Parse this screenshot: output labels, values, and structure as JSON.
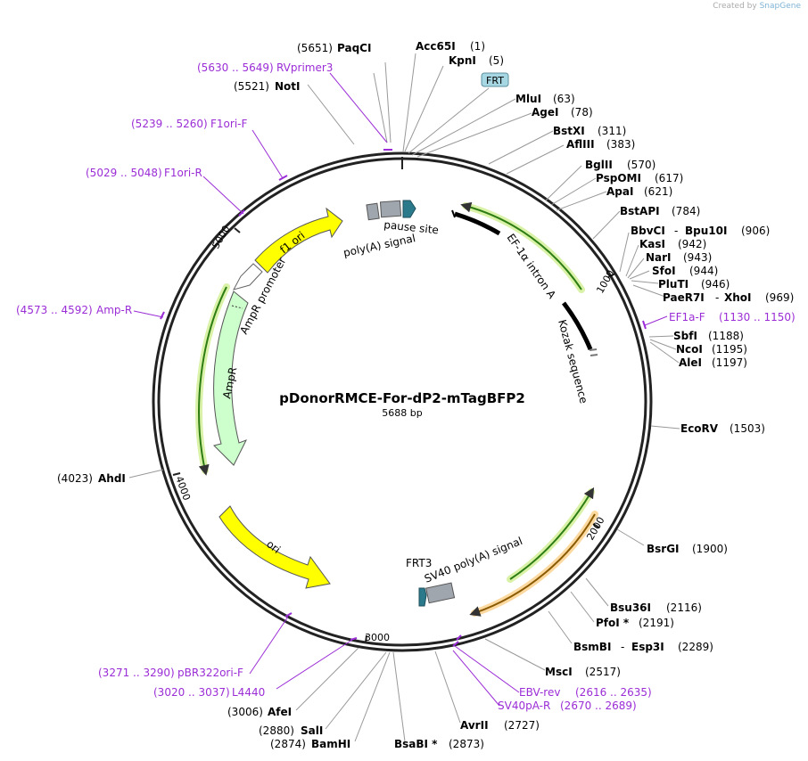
{
  "credit": {
    "prefix": "Created by",
    "brand": "SnapGene"
  },
  "plasmid": {
    "name": "pDonorRMCE-For-dP2-mTagBFP2",
    "size": "5688 bp"
  },
  "ticks": [
    "1000",
    "2000",
    "3000",
    "4000",
    "5000"
  ],
  "features": {
    "ef1a_intron": "EF-1α intron A",
    "kozak": "Kozak sequence",
    "pause_site": "pause site",
    "polya_signal": "poly(A) signal",
    "f1_ori": "f1 ori",
    "ampr_promoter": "AmpR promoter",
    "ampr": "AmpR",
    "ori": "ori",
    "frt3": "FRT3",
    "sv40_polya": "SV40 poly(A) signal",
    "frt": "FRT"
  },
  "sites": [
    {
      "name": "PaqCI",
      "pos": "(5651)"
    },
    {
      "name": "Acc65I",
      "pos": "(1)"
    },
    {
      "name": "KpnI",
      "pos": "(5)"
    },
    {
      "name": "NotI",
      "pos": "(5521)"
    },
    {
      "name": "MluI",
      "pos": "(63)"
    },
    {
      "name": "AgeI",
      "pos": "(78)"
    },
    {
      "name": "BstXI",
      "pos": "(311)"
    },
    {
      "name": "AflIII",
      "pos": "(383)"
    },
    {
      "name": "BglII",
      "pos": "(570)"
    },
    {
      "name": "PspOMI",
      "pos": "(617)"
    },
    {
      "name": "ApaI",
      "pos": "(621)"
    },
    {
      "name": "BstAPI",
      "pos": "(784)"
    },
    {
      "name": "BbvCI",
      "pos": ""
    },
    {
      "name": "Bpu10I",
      "pos": "(906)"
    },
    {
      "name": "KasI",
      "pos": "(942)"
    },
    {
      "name": "NarI",
      "pos": "(943)"
    },
    {
      "name": "SfoI",
      "pos": "(944)"
    },
    {
      "name": "PluTI",
      "pos": "(946)"
    },
    {
      "name": "PaeR7I",
      "pos": ""
    },
    {
      "name": "XhoI",
      "pos": "(969)"
    },
    {
      "name": "SbfI",
      "pos": "(1188)"
    },
    {
      "name": "NcoI",
      "pos": "(1195)"
    },
    {
      "name": "AleI",
      "pos": "(1197)"
    },
    {
      "name": "EcoRV",
      "pos": "(1503)"
    },
    {
      "name": "BsrGI",
      "pos": "(1900)"
    },
    {
      "name": "Bsu36I",
      "pos": "(2116)"
    },
    {
      "name": "PfoI *",
      "pos": "(2191)"
    },
    {
      "name": "BsmBI",
      "pos": ""
    },
    {
      "name": "Esp3I",
      "pos": "(2289)"
    },
    {
      "name": "MscI",
      "pos": "(2517)"
    },
    {
      "name": "AvrII",
      "pos": "(2727)"
    },
    {
      "name": "BsaBI *",
      "pos": "(2873)"
    },
    {
      "name": "BamHI",
      "pos": "(2874)"
    },
    {
      "name": "SalI",
      "pos": "(2880)"
    },
    {
      "name": "AfeI",
      "pos": "(3006)"
    },
    {
      "name": "AhdI",
      "pos": "(4023)"
    }
  ],
  "primers": [
    {
      "range": "(5630 .. 5649)",
      "name": "RVprimer3"
    },
    {
      "range": "(5239 .. 5260)",
      "name": "F1ori-F"
    },
    {
      "range": "(5029 .. 5048)",
      "name": "F1ori-R"
    },
    {
      "range": "(4573 .. 4592)",
      "name": "Amp-R"
    },
    {
      "range": "(1130 .. 1150)",
      "name": "EF1a-F"
    },
    {
      "range": "(2616 .. 2635)",
      "name": "EBV-rev"
    },
    {
      "range": "(2670 .. 2689)",
      "name": "SV40pA-R"
    },
    {
      "range": "(3271 .. 3290)",
      "name": "pBR322ori-F"
    },
    {
      "range": "(3020 .. 3037)",
      "name": "L4440"
    }
  ]
}
